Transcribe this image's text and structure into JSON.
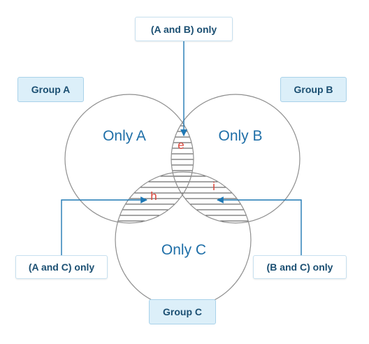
{
  "groups": {
    "a": "Group A",
    "b": "Group B",
    "c": "Group C"
  },
  "regions": {
    "only_a": "Only A",
    "only_b": "Only B",
    "only_c": "Only C",
    "e": "e",
    "h": "h",
    "i": "i"
  },
  "callouts": {
    "ab": "(A and B) only",
    "ac": "(A and C) only",
    "bc": "(B and C) only"
  },
  "colors": {
    "circle_stroke": "#8f8f8f",
    "hatch_line": "#333333",
    "arrow": "#1f78b4",
    "circle_label": "#1f6fa8",
    "region_letter": "#d9463b",
    "tag_fill": "#dceff9",
    "tag_border": "#a9d2ea",
    "tag_text": "#1b4f72"
  }
}
